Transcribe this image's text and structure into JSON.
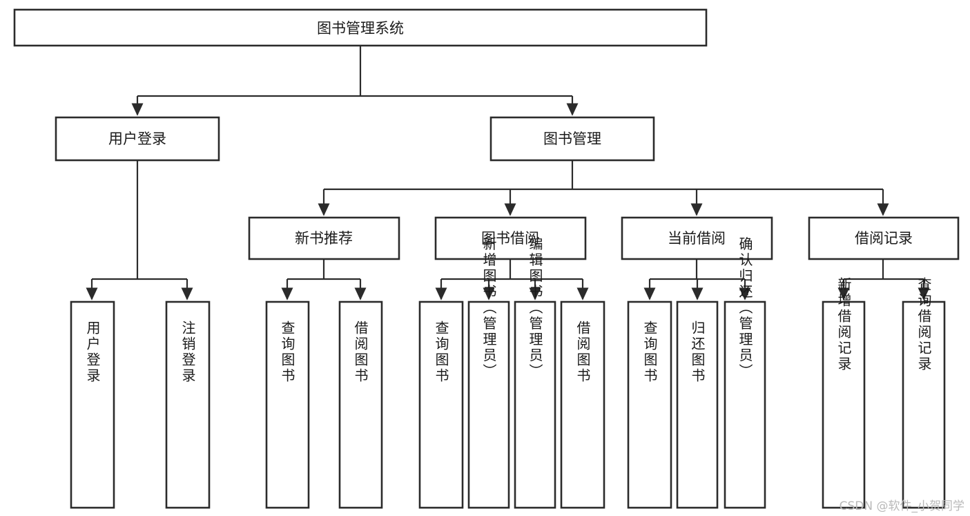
{
  "diagram": {
    "title": "图书管理系统",
    "type": "tree-hierarchy-diagram",
    "background_color": "#ffffff",
    "line_color": "#2b2b2b",
    "text_color": "#1a1a1a",
    "box_fill": "#ffffff",
    "root": {
      "id": "root",
      "label": "图书管理系统"
    },
    "level2": [
      {
        "id": "user-login",
        "label": "用户登录"
      },
      {
        "id": "book-management",
        "label": "图书管理"
      }
    ],
    "level3": [
      {
        "id": "new-book-recommend",
        "label": "新书推荐",
        "parent": "book-management"
      },
      {
        "id": "book-borrow",
        "label": "图书借阅",
        "parent": "book-management"
      },
      {
        "id": "current-borrow",
        "label": "当前借阅",
        "parent": "book-management"
      },
      {
        "id": "borrow-record",
        "label": "借阅记录",
        "parent": "book-management"
      }
    ],
    "leaves": [
      {
        "id": "leaf-user-login",
        "label": "用户登录",
        "parent": "user-login"
      },
      {
        "id": "leaf-logout-login",
        "label": "注销登录",
        "parent": "user-login"
      },
      {
        "id": "leaf-query-book-1",
        "label": "查询图书",
        "parent": "new-book-recommend"
      },
      {
        "id": "leaf-borrow-book-1",
        "label": "借阅图书",
        "parent": "new-book-recommend"
      },
      {
        "id": "leaf-query-book-2",
        "label": "查询图书",
        "parent": "book-borrow"
      },
      {
        "id": "leaf-add-book",
        "label": "新增图书（管理员）",
        "parent": "book-borrow"
      },
      {
        "id": "leaf-edit-book",
        "label": "编辑图书（管理员）",
        "parent": "book-borrow"
      },
      {
        "id": "leaf-borrow-book-2",
        "label": "借阅图书",
        "parent": "book-borrow"
      },
      {
        "id": "leaf-query-book-3",
        "label": "查询图书",
        "parent": "current-borrow"
      },
      {
        "id": "leaf-return-book",
        "label": "归还图书",
        "parent": "current-borrow"
      },
      {
        "id": "leaf-confirm-return",
        "label": "确认归还（管理员）",
        "parent": "current-borrow"
      },
      {
        "id": "leaf-add-record",
        "label": "新增借阅记录",
        "parent": "borrow-record"
      },
      {
        "id": "leaf-query-record",
        "label": "查询借阅记录",
        "parent": "borrow-record"
      }
    ]
  },
  "watermark": {
    "text": "CSDN @软件_小贺同学"
  }
}
